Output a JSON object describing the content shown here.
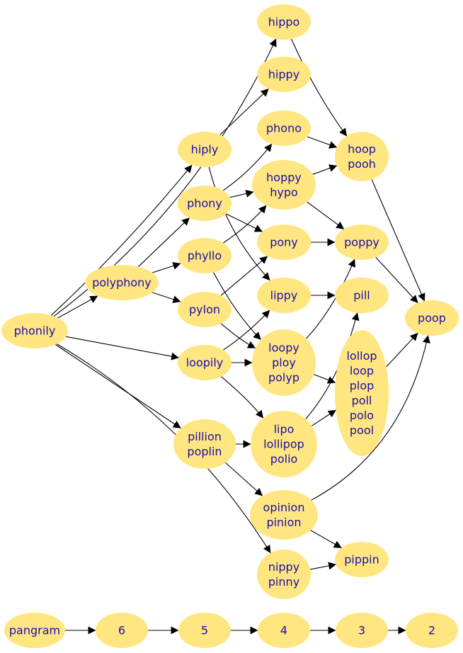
{
  "colors": {
    "node_fill": "#ffe680",
    "label": "#1a0dab",
    "edge": "#000000",
    "background": "#ffffff"
  },
  "nodes": [
    {
      "id": "hippo",
      "lines": [
        "hippo"
      ]
    },
    {
      "id": "hippy",
      "lines": [
        "hippy"
      ]
    },
    {
      "id": "hiply",
      "lines": [
        "hiply"
      ]
    },
    {
      "id": "phono",
      "lines": [
        "phono"
      ]
    },
    {
      "id": "hoop_pooh",
      "lines": [
        "hoop",
        "pooh"
      ]
    },
    {
      "id": "phony",
      "lines": [
        "phony"
      ]
    },
    {
      "id": "hoppy_hypo",
      "lines": [
        "hoppy",
        "hypo"
      ]
    },
    {
      "id": "phyllo",
      "lines": [
        "phyllo"
      ]
    },
    {
      "id": "pony",
      "lines": [
        "pony"
      ]
    },
    {
      "id": "poppy",
      "lines": [
        "poppy"
      ]
    },
    {
      "id": "polyphony",
      "lines": [
        "polyphony"
      ]
    },
    {
      "id": "pylon",
      "lines": [
        "pylon"
      ]
    },
    {
      "id": "lippy",
      "lines": [
        "lippy"
      ]
    },
    {
      "id": "pill",
      "lines": [
        "pill"
      ]
    },
    {
      "id": "poop",
      "lines": [
        "poop"
      ]
    },
    {
      "id": "phonily",
      "lines": [
        "phonily"
      ]
    },
    {
      "id": "loopily",
      "lines": [
        "loopily"
      ]
    },
    {
      "id": "loopy_ploy_polyp",
      "lines": [
        "loopy",
        "ploy",
        "polyp"
      ]
    },
    {
      "id": "lollop_group",
      "lines": [
        "lollop",
        "loop",
        "plop",
        "poll",
        "polo",
        "pool"
      ]
    },
    {
      "id": "pillion_poplin",
      "lines": [
        "pillion",
        "poplin"
      ]
    },
    {
      "id": "lipo_lollipop_polio",
      "lines": [
        "lipo",
        "lollipop",
        "polio"
      ]
    },
    {
      "id": "opinion_pinion",
      "lines": [
        "opinion",
        "pinion"
      ]
    },
    {
      "id": "pippin",
      "lines": [
        "pippin"
      ]
    },
    {
      "id": "nippy_pinny",
      "lines": [
        "nippy",
        "pinny"
      ]
    },
    {
      "id": "pangram",
      "lines": [
        "pangram"
      ]
    },
    {
      "id": "six",
      "lines": [
        "6"
      ]
    },
    {
      "id": "five",
      "lines": [
        "5"
      ]
    },
    {
      "id": "four",
      "lines": [
        "4"
      ]
    },
    {
      "id": "three",
      "lines": [
        "3"
      ]
    },
    {
      "id": "two",
      "lines": [
        "2"
      ]
    }
  ],
  "edges": [
    {
      "from": "phonily",
      "to": "hippo"
    },
    {
      "from": "phonily",
      "to": "hiply"
    },
    {
      "from": "phonily",
      "to": "polyphony"
    },
    {
      "from": "phonily",
      "to": "loopily"
    },
    {
      "from": "phonily",
      "to": "pillion_poplin"
    },
    {
      "from": "phonily",
      "to": "nippy_pinny"
    },
    {
      "from": "polyphony",
      "to": "phony"
    },
    {
      "from": "polyphony",
      "to": "phyllo"
    },
    {
      "from": "polyphony",
      "to": "pylon"
    },
    {
      "from": "hiply",
      "to": "hippy"
    },
    {
      "from": "hiply",
      "to": "lippy"
    },
    {
      "from": "phony",
      "to": "phono"
    },
    {
      "from": "phony",
      "to": "hoppy_hypo"
    },
    {
      "from": "phony",
      "to": "pony"
    },
    {
      "from": "phyllo",
      "to": "hoppy_hypo"
    },
    {
      "from": "phyllo",
      "to": "loopy_ploy_polyp"
    },
    {
      "from": "pylon",
      "to": "pony"
    },
    {
      "from": "pylon",
      "to": "loopy_ploy_polyp"
    },
    {
      "from": "loopily",
      "to": "lippy"
    },
    {
      "from": "loopily",
      "to": "loopy_ploy_polyp"
    },
    {
      "from": "loopily",
      "to": "lipo_lollipop_polio"
    },
    {
      "from": "pillion_poplin",
      "to": "lipo_lollipop_polio"
    },
    {
      "from": "pillion_poplin",
      "to": "opinion_pinion"
    },
    {
      "from": "hippo",
      "to": "hoop_pooh"
    },
    {
      "from": "phono",
      "to": "hoop_pooh"
    },
    {
      "from": "hoppy_hypo",
      "to": "hoop_pooh"
    },
    {
      "from": "hoppy_hypo",
      "to": "poppy"
    },
    {
      "from": "pony",
      "to": "poppy"
    },
    {
      "from": "lippy",
      "to": "pill"
    },
    {
      "from": "loopy_ploy_polyp",
      "to": "poppy"
    },
    {
      "from": "loopy_ploy_polyp",
      "to": "lollop_group"
    },
    {
      "from": "lipo_lollipop_polio",
      "to": "pill"
    },
    {
      "from": "lipo_lollipop_polio",
      "to": "lollop_group"
    },
    {
      "from": "opinion_pinion",
      "to": "poop"
    },
    {
      "from": "opinion_pinion",
      "to": "pippin"
    },
    {
      "from": "nippy_pinny",
      "to": "pippin"
    },
    {
      "from": "hoop_pooh",
      "to": "poop"
    },
    {
      "from": "poppy",
      "to": "poop"
    },
    {
      "from": "lollop_group",
      "to": "poop"
    },
    {
      "from": "pangram",
      "to": "six"
    },
    {
      "from": "six",
      "to": "five"
    },
    {
      "from": "five",
      "to": "four"
    },
    {
      "from": "four",
      "to": "three"
    },
    {
      "from": "three",
      "to": "two"
    }
  ]
}
